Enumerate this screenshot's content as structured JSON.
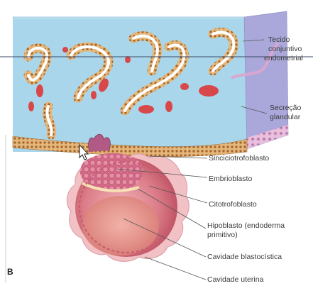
{
  "figure": {
    "panel_label": "B",
    "labels": {
      "tecido": [
        "Tecido",
        "conjuntivo",
        "endometrial"
      ],
      "secrecao": [
        "Secreção",
        "glandular"
      ],
      "sinciciotrofoblasto": "Sinciciotrofoblasto",
      "embrioblasto": "Embrioblasto",
      "citotrofoblasto": "Citotrofoblasto",
      "hipoblasto": [
        "Hipoblasto (endoderma",
        "primitivo)"
      ],
      "cavidade_blastocistica": "Cavidade blastocística",
      "cavidade_uterina": "Cavidade uterina"
    },
    "colors": {
      "tissue_top": "#a9d6ea",
      "tissue_front": "#b6dcef",
      "tissue_side": "#a7a9da",
      "epithelium": "#d9a86b",
      "gland_lumen": "#ffffff",
      "blood": "#d8474a",
      "blastocyst": "#d8757f",
      "label_line": "#555555"
    }
  }
}
